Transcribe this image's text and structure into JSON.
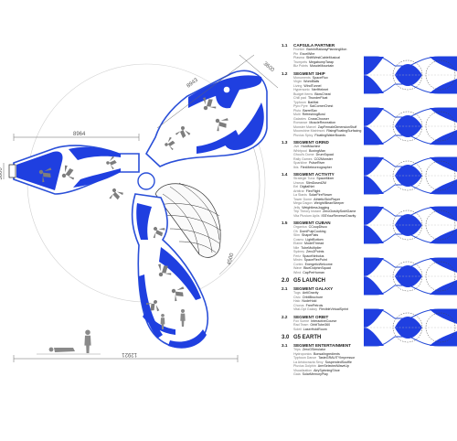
{
  "dimensions": {
    "arm_left": "8964",
    "arm_top": "8943",
    "width_left": "3600",
    "width_top": "3600",
    "bottom_length": "12921",
    "arc_right": "4500"
  },
  "sections": [
    {
      "num": "1.1",
      "title": "CAPSULA PARTNER",
      "rows": [
        {
          "label": "Frontier",
          "value": "BahrinRailwayPlanningMon"
        },
        {
          "label": "Pin",
          "value": "ExcelWire"
        },
        {
          "label": "Plasma",
          "value": "ShiftWestCableMusical"
        },
        {
          "label": "Trumpets",
          "value": "MegabumpTarap"
        },
        {
          "label": "Biz Points",
          "value": "MuscleMountain"
        }
      ]
    },
    {
      "num": "1.2",
      "title": "SEGMENT SHIP",
      "rows": [
        {
          "label": "Monuments",
          "value": "SpaceFlux"
        },
        {
          "label": "Virgin",
          "value": "WorldBalls"
        },
        {
          "label": "Living",
          "value": "WindTunnel"
        },
        {
          "label": "Hypersonic",
          "value": "NerfHelmet"
        },
        {
          "label": "Budget Items",
          "value": "BlowCheat"
        },
        {
          "label": "Chill pad",
          "value": "ThunderFloat"
        },
        {
          "label": "Typhoon",
          "value": "BarMat"
        },
        {
          "label": "Pyro Pyre",
          "value": "SaiCornerChest"
        },
        {
          "label": "Pluto",
          "value": "BarrelSax"
        },
        {
          "label": "Multi",
          "value": "RefreshingBowl"
        },
        {
          "label": "Galaxies",
          "value": "CrossChooser"
        },
        {
          "label": "Romance",
          "value": "MuscleRecreation"
        },
        {
          "label": "Monster Marvel",
          "value": "ZapFemaleDimensionStuff"
        },
        {
          "label": "Moonshine Matrimoni",
          "value": "RisingFloatingSurfacing"
        },
        {
          "label": "Pluvius Spicy",
          "value": "FloatingWaterBoards"
        }
      ]
    },
    {
      "num": "1.3",
      "title": "SEGMENT GRIND",
      "rows": [
        {
          "label": "Jive",
          "value": "HoldMachine"
        },
        {
          "label": "Whirlpool",
          "value": "BoxingMan"
        },
        {
          "label": "Ghoul's Dome",
          "value": "DrumSquad"
        },
        {
          "label": "Rally Games",
          "value": "CO2Monster"
        },
        {
          "label": "Sparkline",
          "value": "PulseRiver"
        },
        {
          "label": "Ibis",
          "value": "FlexMeteoreographer"
        }
      ]
    },
    {
      "num": "1.4",
      "title": "SEGMENT ACTIVITY",
      "rows": [
        {
          "label": "Strategie Tuna",
          "value": "SpaceMixer"
        },
        {
          "label": "Uranus",
          "value": "SlimDosed2M"
        },
        {
          "label": "Eel",
          "value": "DigitalNet"
        },
        {
          "label": "Arbitrar",
          "value": "FlexFlight"
        },
        {
          "label": "La Stanis",
          "value": "SolarFireFlower"
        },
        {
          "label": "Tower Dome",
          "value": "AthleticSkinPlayer"
        },
        {
          "label": "Mega Dagon",
          "value": "Weight/BeanSleeper"
        },
        {
          "label": "Jelly",
          "value": "WeightlessJogging"
        },
        {
          "label": "Trip Theory Instant",
          "value": "ZeroGravitySwirlGame"
        },
        {
          "label": "Vita Pluvium Aplis",
          "value": "ISSYourReverseGravity"
        }
      ]
    },
    {
      "num": "1.5",
      "title": "SEGMENT CUBAN",
      "rows": [
        {
          "label": "Organica",
          "value": "CCoupDisco"
        },
        {
          "label": "Oh",
          "value": "DomiPulpCooking"
        },
        {
          "label": "Slim",
          "value": "ShapeFlats"
        },
        {
          "label": "Cosmo",
          "value": "LightBottom"
        },
        {
          "label": "Elaine",
          "value": "ModelThread"
        },
        {
          "label": "Nile",
          "value": "TubeMultiplier"
        },
        {
          "label": "Sydney",
          "value": "Zero2Points"
        },
        {
          "label": "Feriz",
          "value": "SpaceNebulus"
        },
        {
          "label": "Minim",
          "value": "SpaceFlexPoint"
        },
        {
          "label": "Cortex",
          "value": "EnergeticWelcome"
        },
        {
          "label": "Wave",
          "value": "BlueDolphinSquad"
        },
        {
          "label": "Wind",
          "value": "CapPerHuman"
        }
      ]
    },
    {
      "num": "2.0",
      "title": "G5 LAUNCH",
      "big": true,
      "rows": []
    },
    {
      "num": "2.1",
      "title": "SEGMENT GALAXY",
      "rows": [
        {
          "label": "Tugs",
          "value": "AntiGravity"
        },
        {
          "label": "Civic",
          "value": "OrbitBrochure"
        },
        {
          "label": "Halo",
          "value": "NodeHold"
        },
        {
          "label": "Chorus",
          "value": "FreePetrols"
        },
        {
          "label": "Vital-Opt Galaxy",
          "value": "FlexibleVirtualSprint"
        }
      ]
    },
    {
      "num": "2.2",
      "title": "SEGMENT ORBIT",
      "rows": [
        {
          "label": "Fox Scene",
          "value": "InteractiveCourse"
        },
        {
          "label": "Rad Team",
          "value": "OrbitTube360"
        },
        {
          "label": "Soleil",
          "value": "LaserHoldRoom"
        }
      ]
    },
    {
      "num": "3.0",
      "title": "G5 EARTH",
      "big": true,
      "rows": []
    },
    {
      "num": "3.1",
      "title": "SEGMENT ENTERTAINMENT",
      "rows": [
        {
          "label": "Trips",
          "value": "ZeroGSimulator"
        },
        {
          "label": "Hydroponics",
          "value": "BonsaiIngredients"
        },
        {
          "label": "Typhoon Dance",
          "value": "TasteGRAVITYImpressor"
        },
        {
          "label": "La Aristocrazia Sexy",
          "value": "SuspendedSouffle"
        },
        {
          "label": "Pluvius Dolphin",
          "value": "ArmSelectedWaveUp"
        },
        {
          "label": "Visualization",
          "value": "AirySpinningShoe"
        },
        {
          "label": "Gaia",
          "value": "SolarMemoryPlay"
        }
      ]
    }
  ]
}
